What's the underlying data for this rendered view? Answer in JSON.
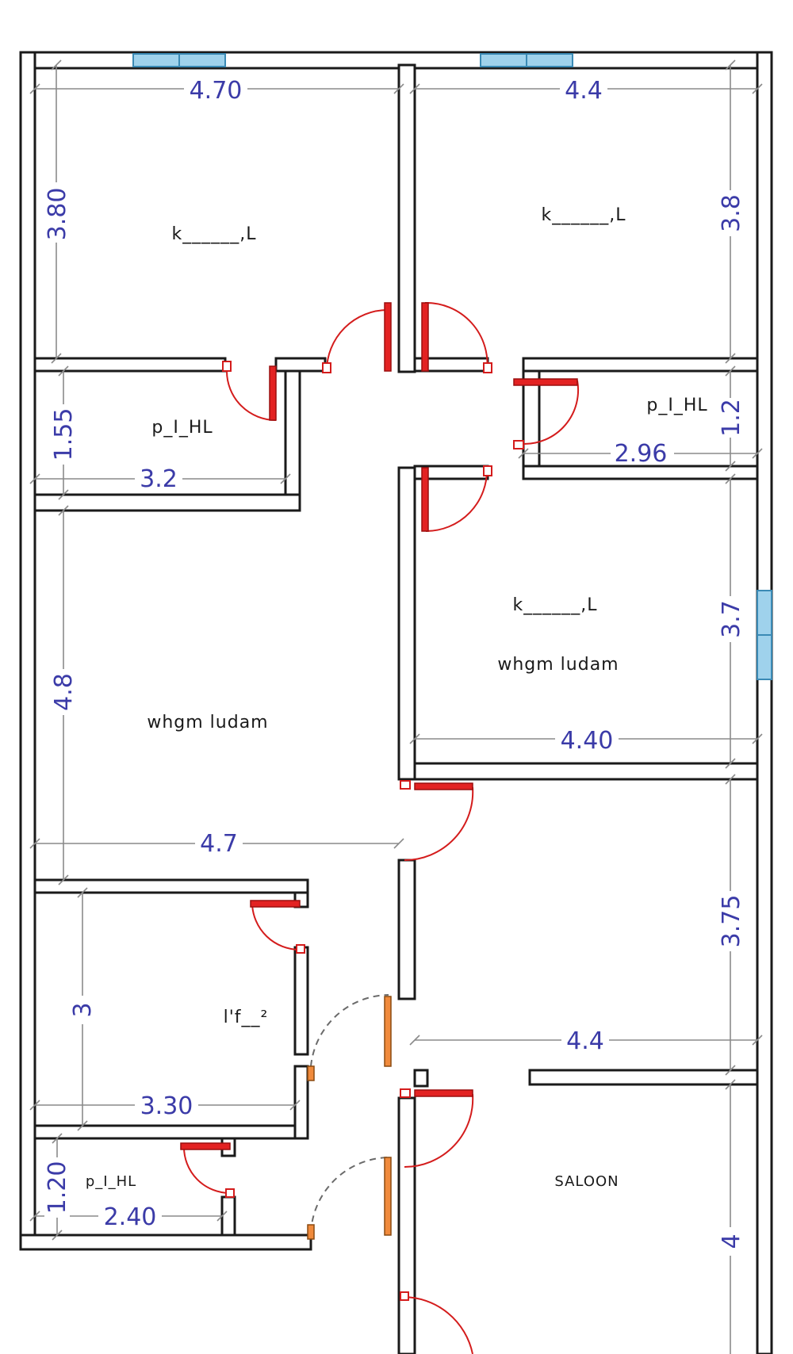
{
  "rooms": {
    "bedroom_top_left": "k______,L",
    "bedroom_top_right": "k______,L",
    "bath_top_left": "p_I_HL",
    "bath_right": "p_I_HL",
    "bedroom_right_name": "k______,L",
    "bedroom_right_sub": "whgm ludam",
    "living_left": "whgm ludam",
    "kitchen": "l'f__²",
    "bath_bottom_left": "p_I_HL",
    "saloon": "SALOON"
  },
  "dimensions": {
    "top_left_width": "4.70",
    "top_right_width": "4.4",
    "top_left_height": "3.80",
    "top_right_height": "3.8",
    "bath_tl_height": "1.55",
    "bath_tl_width": "3.2",
    "bath_r_height": "1.2",
    "bath_r_width": "2.96",
    "living_height": "4.8",
    "right_bed_height": "3.7",
    "right_bed_width": "4.40",
    "living_width": "4.7",
    "right_mid_height": "3.75",
    "kitchen_height": "3",
    "right_mid_width": "4.4",
    "kitchen_width": "3.30",
    "bath_bl_height": "1.20",
    "bath_bl_width": "2.40",
    "saloon_height": "4"
  }
}
